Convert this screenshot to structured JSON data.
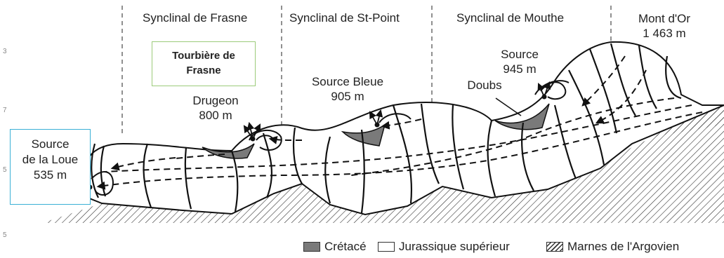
{
  "headers": [
    "Synclinal de Frasne",
    "Synclinal de St-Point",
    "Synclinal de Mouthe",
    "Mont d'Or",
    "1 463 m"
  ],
  "labels": {
    "tourbiere": [
      "Tourbière de",
      "Frasne"
    ],
    "source_loue": [
      "Source",
      "de la Loue",
      "535 m"
    ],
    "drugeon": [
      "Drugeon",
      "800 m"
    ],
    "source_bleue": [
      "Source Bleue",
      "905 m"
    ],
    "source_945": [
      "Source",
      "945 m"
    ],
    "doubs": "Doubs"
  },
  "legend": {
    "cretace": "Crétacé",
    "jurassique": "Jurassique supérieur",
    "marnes": "Marnes de l'Argovien"
  },
  "colors": {
    "cretace_fill": "#7a7a7a",
    "tourbiere_border": "#9ccb7a",
    "source_loue_border": "#3ab0d6"
  }
}
